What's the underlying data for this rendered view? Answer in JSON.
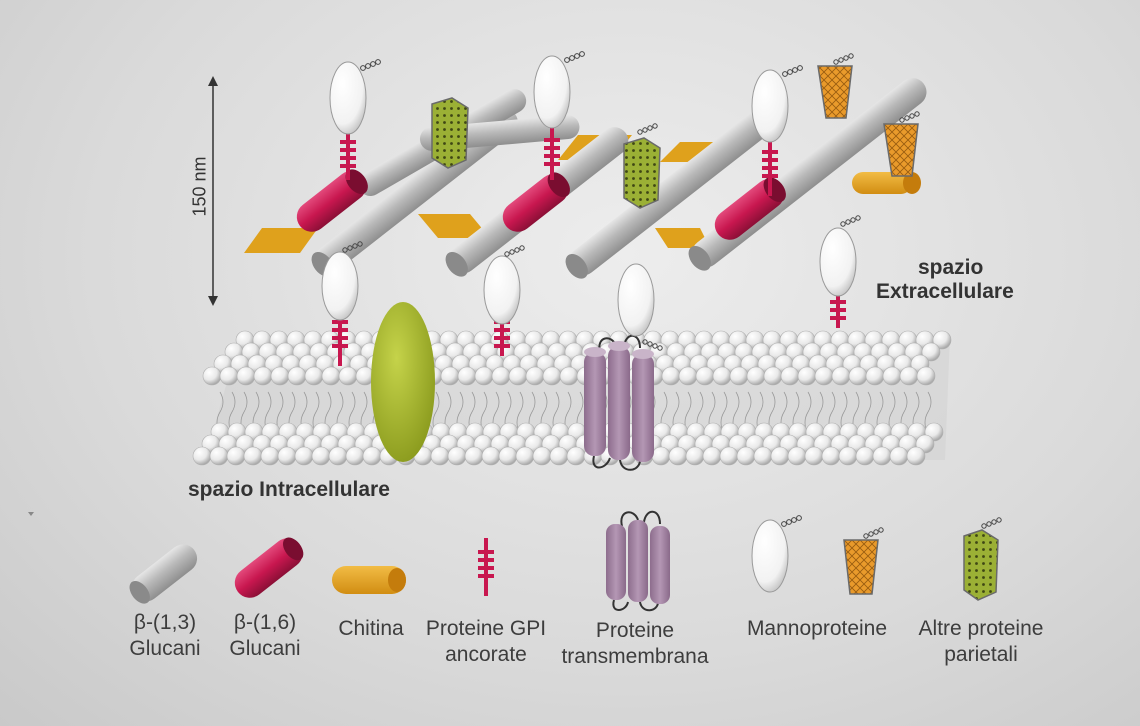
{
  "scale": {
    "label": "150 nm"
  },
  "regions": {
    "extracellular_line1": "spazio",
    "extracellular_line2": "Extracellulare",
    "intracellular": "spazio Intracellulare"
  },
  "legend": [
    {
      "line1": "β-(1,3)",
      "line2": "Glucani",
      "icon": "gray-cylinder-icon",
      "color": "#b5b5b5"
    },
    {
      "line1": "β-(1,6)",
      "line2": "Glucani",
      "icon": "crimson-cylinder-icon",
      "color": "#c8174f"
    },
    {
      "line1": "Chitina",
      "line2": "",
      "icon": "orange-cylinder-icon",
      "color": "#e5a21f"
    },
    {
      "line1": "Proteine GPI",
      "line2": "ancorate",
      "icon": "gpi-anchor-icon",
      "color": "#c8174f"
    },
    {
      "line1": "Proteine",
      "line2": "transmembrana",
      "icon": "transmembrane-protein-icon",
      "color": "#a88aa8"
    },
    {
      "line1": "Mannoproteine",
      "line2": "",
      "icon": "mannoprotein-icon",
      "color": "#ffffff"
    },
    {
      "line1": "Altre proteine",
      "line2": "parietali",
      "icon": "wall-protein-icon",
      "color": "#9bb035"
    }
  ]
}
